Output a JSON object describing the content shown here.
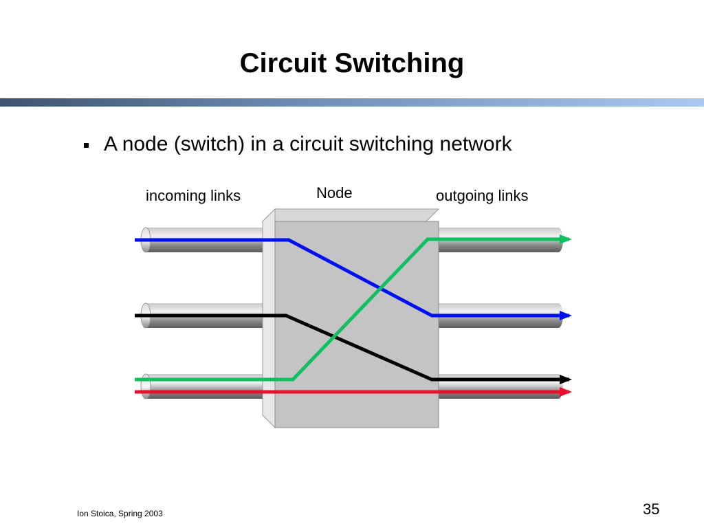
{
  "slide": {
    "title": "Circuit Switching",
    "bullet": "A node (switch) in a circuit switching network",
    "footer": "Ion Stoica, Spring 2003",
    "page_number": "35"
  },
  "diagram": {
    "label_incoming": "incoming links",
    "label_node": "Node",
    "label_outgoing": "outgoing links",
    "circuit_colors": {
      "blue": "#0010f0",
      "black": "#000000",
      "green": "#10c060",
      "red": "#e8102a"
    }
  }
}
